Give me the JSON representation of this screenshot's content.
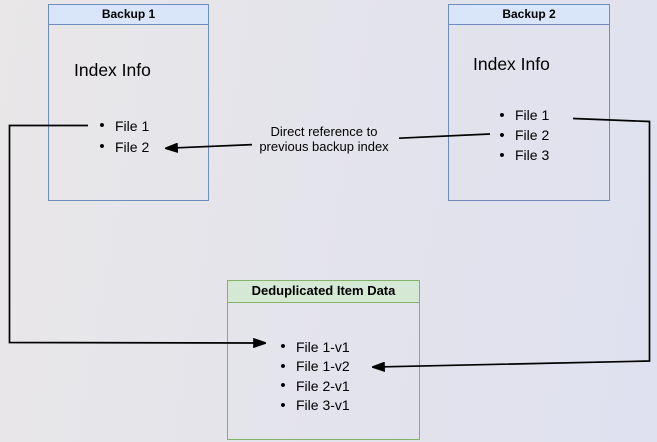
{
  "colors": {
    "bg_start": "#e9e7e8",
    "bg_mid": "#e3e3ec",
    "bg_end": "#e0e1f0",
    "blue_fill": "#d9e5f8",
    "blue_border": "#6c8ebf",
    "green_fill": "#d5e8d4",
    "green_border": "#82b366",
    "line": "#000000",
    "text": "#000000"
  },
  "nodes": {
    "backup1": {
      "title": "Backup 1",
      "section_label": "Index Info",
      "files": [
        "File 1",
        "File 2"
      ]
    },
    "backup2": {
      "title": "Backup 2",
      "section_label": "Index Info",
      "files": [
        "File 1",
        "File 2",
        "File 3"
      ]
    },
    "dedup": {
      "title": "Deduplicated Item Data",
      "files": [
        "File 1-v1",
        "File 1-v2",
        "File 2-v1",
        "File 3-v1"
      ]
    }
  },
  "edges": [
    {
      "id": "direct-reference",
      "from": "Backup 2 / File 2",
      "to": "Backup 1 / File 2",
      "label_lines": [
        "Direct reference to",
        "previous backup index"
      ]
    },
    {
      "id": "backup1-file1-to-dedup",
      "from": "Backup 1 / File 1",
      "to": "Deduplicated Item Data / File 1-v1",
      "label_lines": []
    },
    {
      "id": "backup2-file1-to-dedup",
      "from": "Backup 2 / File 1",
      "to": "Deduplicated Item Data / File 1-v2",
      "label_lines": []
    }
  ]
}
